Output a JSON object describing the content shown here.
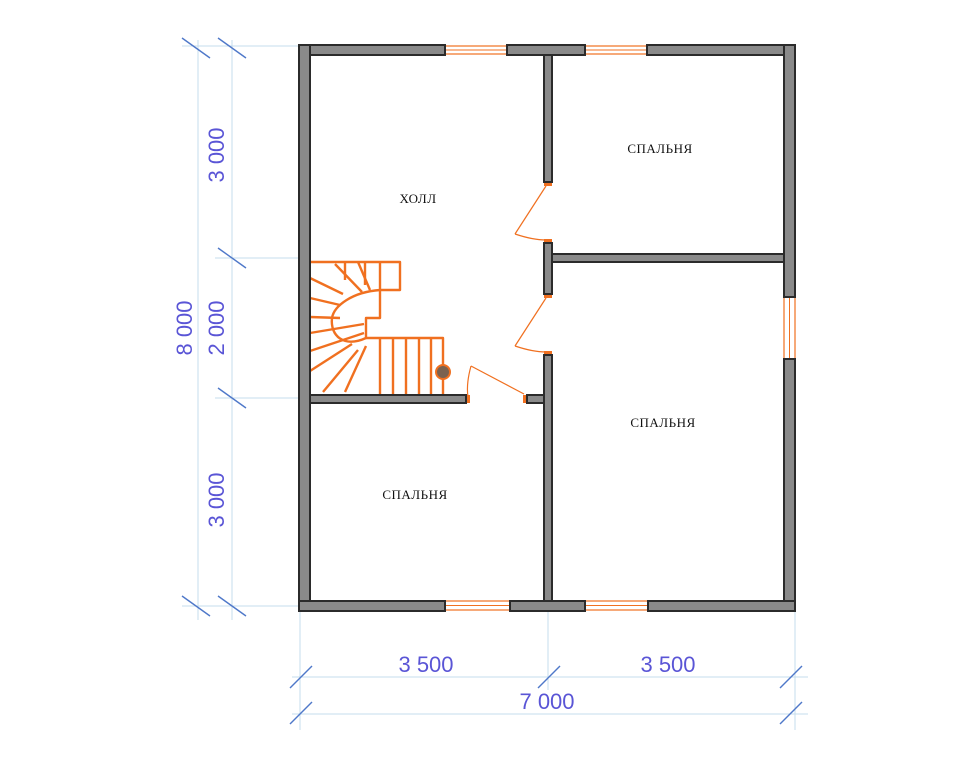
{
  "rooms": {
    "hall": "ХОЛЛ",
    "bedroom_top_right": "СПАЛЬНЯ",
    "bedroom_bottom_left": "СПАЛЬНЯ",
    "bedroom_bottom_right": "СПАЛЬНЯ"
  },
  "dimensions": {
    "vertical_total": "8 000",
    "vertical_top": "3 000",
    "vertical_middle": "2 000",
    "vertical_bottom": "3 000",
    "horizontal_left": "3 500",
    "horizontal_right": "3 500",
    "horizontal_total": "7 000"
  },
  "colors": {
    "wall_fill": "#8a8a8a",
    "wall_stroke": "#2b2b2b",
    "fixture_accent": "#f07020",
    "dimension_text": "#5a55d6",
    "dimension_tick": "#4f78c9"
  }
}
